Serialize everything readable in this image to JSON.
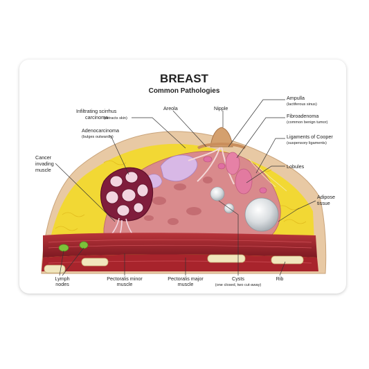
{
  "title": "BREAST",
  "subtitle": "Common Pathologies",
  "labels": {
    "infiltrating_l1": "Infiltrating scirrhus",
    "infiltrating_l2": "carcinoma",
    "infiltrating_note": "(retracts skin)",
    "areola": "Areola",
    "nipple": "Nipple",
    "ampulla": "Ampulla",
    "ampulla_note": "(lactiferous sinus)",
    "fibroadenoma": "Fibroadenoma",
    "fibroadenoma_note": "(common benign tumor)",
    "cooper": "Ligaments of Cooper",
    "cooper_note": "(suspensory ligaments)",
    "adenocarcinoma": "Adenocarcinoma",
    "adenocarcinoma_note": "(bulges outwardly)",
    "cancer_l1": "Cancer",
    "cancer_l2": "invading",
    "cancer_l3": "muscle",
    "lobules": "Lobules",
    "adipose_l1": "Adipose",
    "adipose_l2": "tissue",
    "lymph_l1": "Lymph",
    "lymph_l2": "nodes",
    "pect_minor_l1": "Pectoralis minor",
    "pect_minor_l2": "muscle",
    "pect_major_l1": "Pectoralis major",
    "pect_major_l2": "muscle",
    "cysts": "Cysts",
    "cysts_note": "(one closed, two cut-away)",
    "rib": "Rib"
  },
  "colors": {
    "skin": "#e8c9a4",
    "fat": "#f2d834",
    "gland": "#d98a8c",
    "muscle": "#a8242c",
    "rib": "#f1e6bd",
    "lymph": "#7cc23a",
    "tumor": "#8a2440",
    "cyst": "#d9dde0"
  }
}
